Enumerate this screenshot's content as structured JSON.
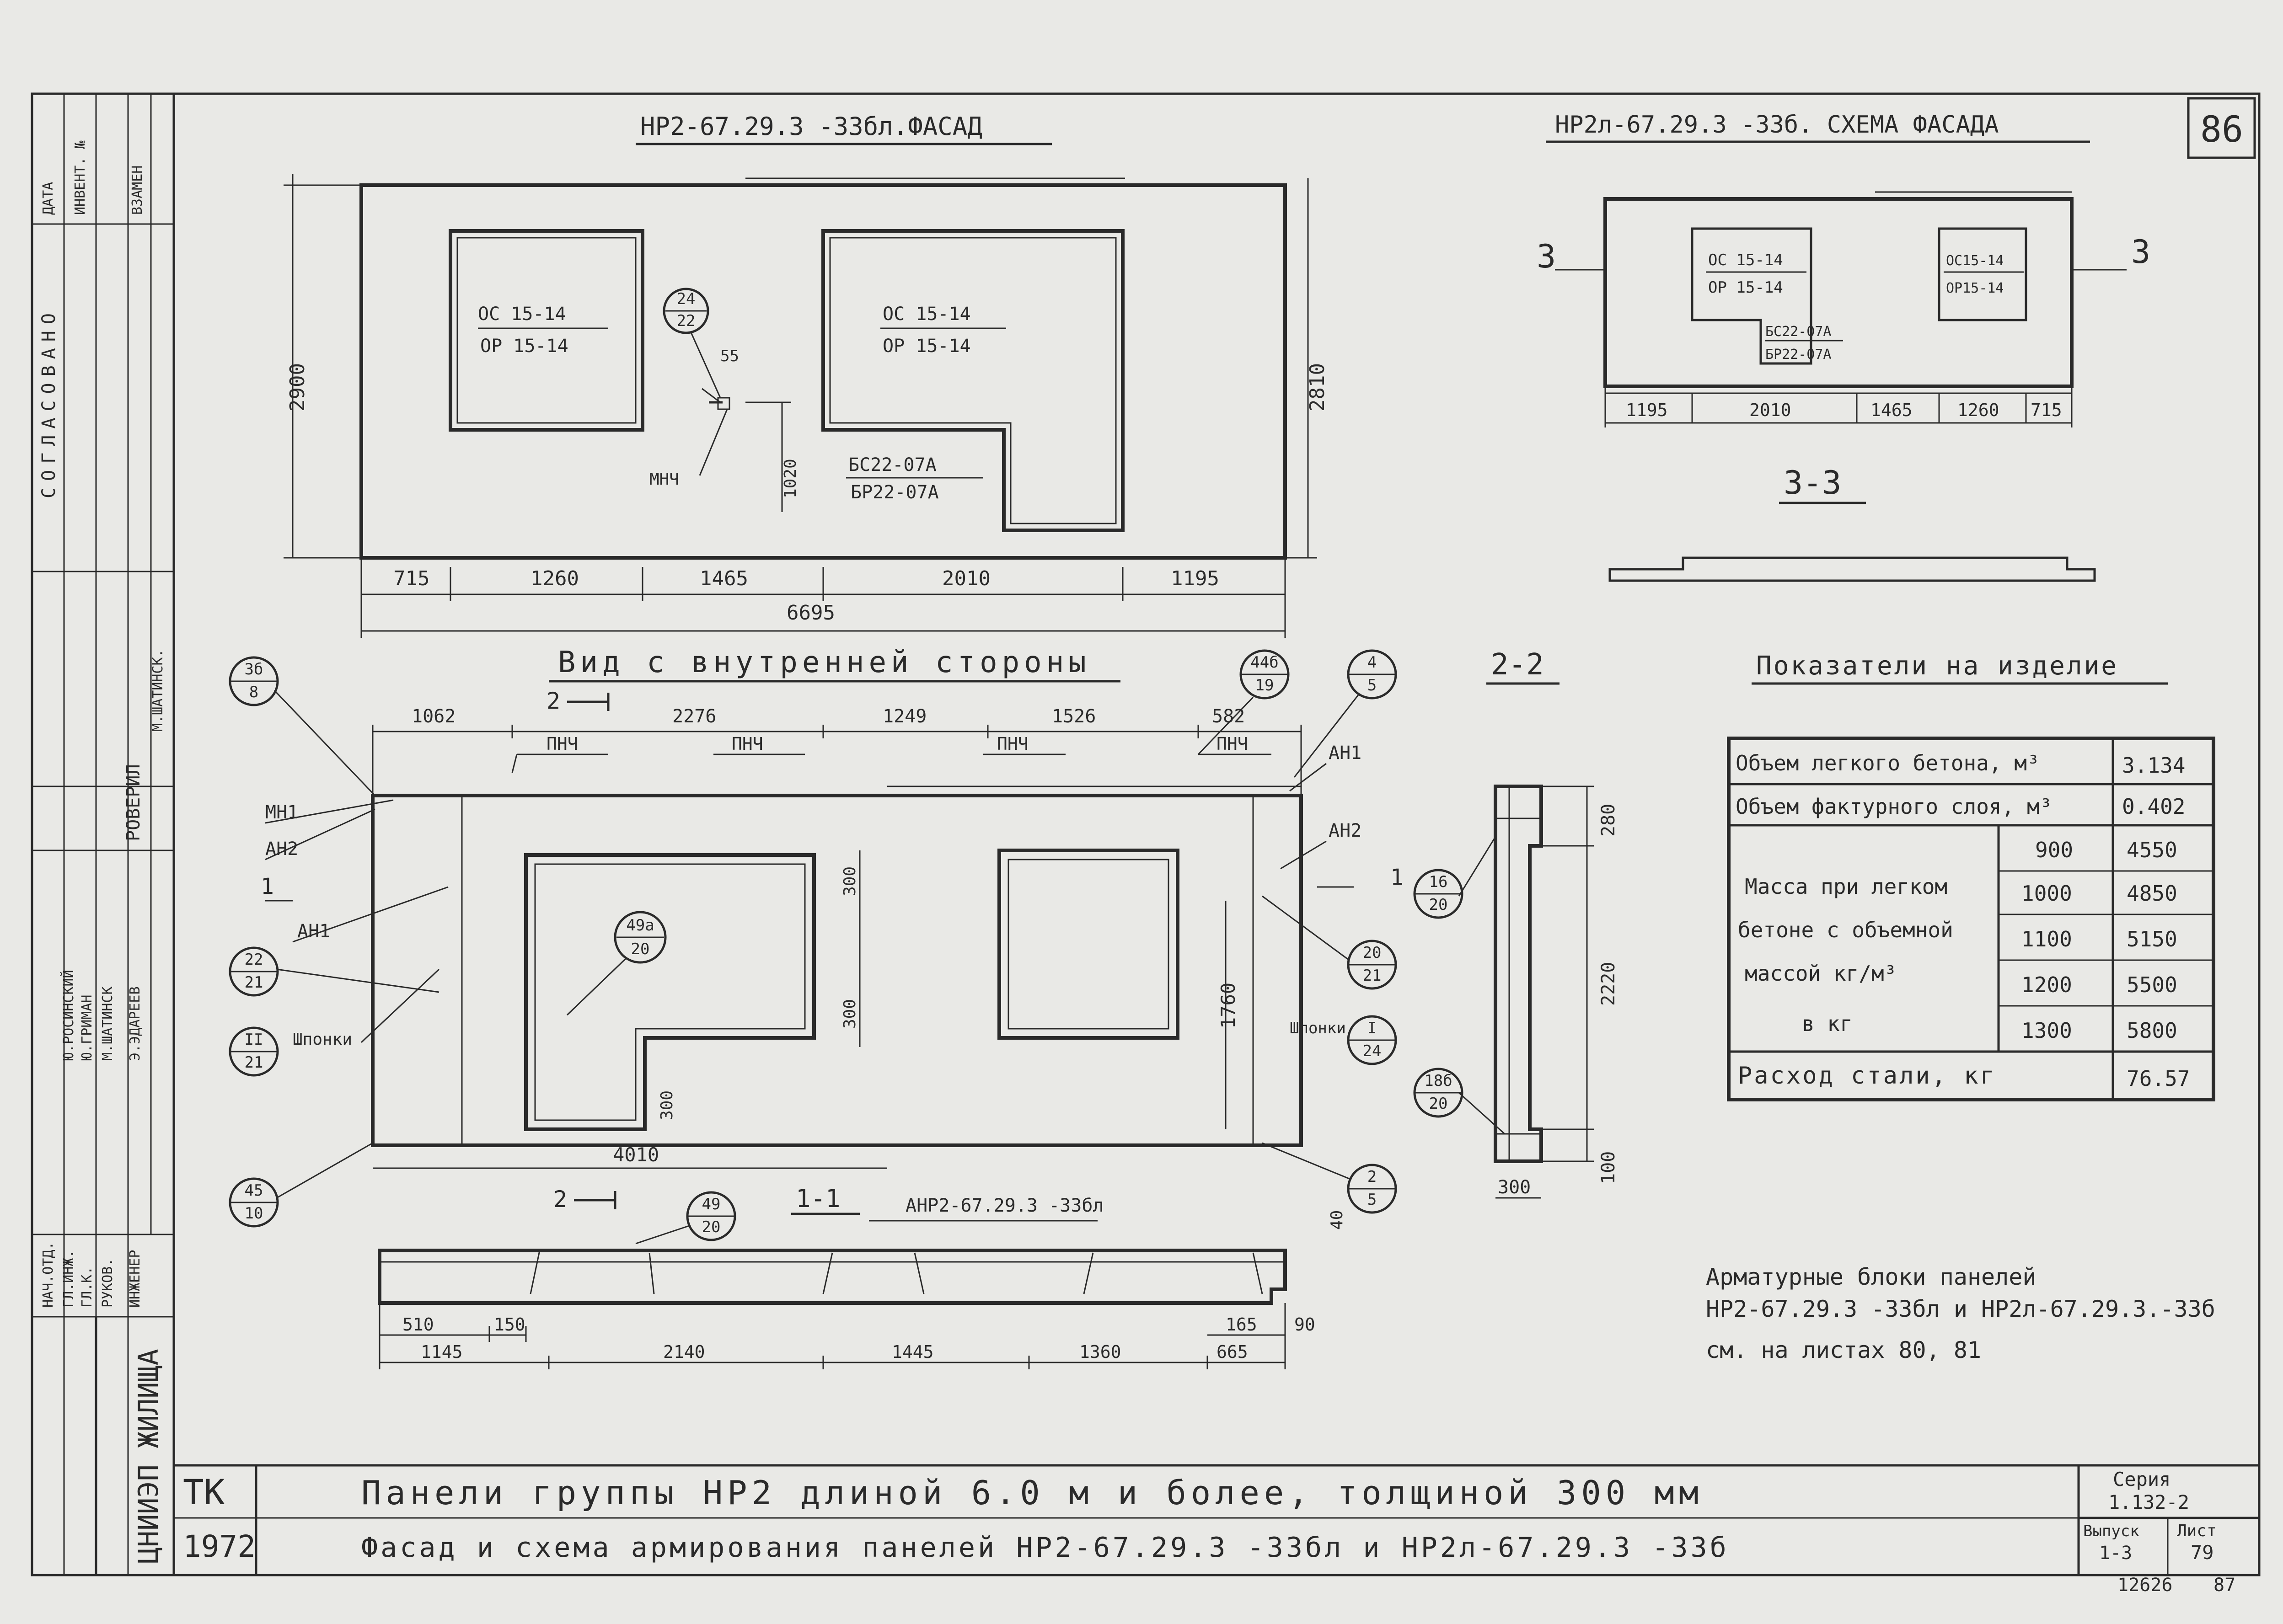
{
  "sheet_number": "86",
  "left_strip": {
    "headers": [
      "ДАТА",
      "ИНВЕНТ. №",
      "ВЗАМЕН"
    ],
    "agreed": "СОГЛАСОВАНО",
    "checked_label": "РОВЕРИЛ",
    "checked_name": "М.ШАТИНСК.",
    "roles": [
      "НАЧ.ОТД.",
      "ГЛ.ИНЖ.",
      "ГЛ.К.",
      "РУКОВ.",
      "ИНЖЕНЕР"
    ],
    "names": [
      "Ю.РОСИНСКИЙ",
      "Ю.ГРИМАН",
      "М.ШАТИНСК",
      "Э.ЭДАРЕЕВ"
    ],
    "org": "ЦНИИЭП ЖИЛИЩА"
  },
  "views": {
    "facade_title": "НР2-67.29.3 -33бл.ФАСАД",
    "scheme_title": "НР2л-67.29.3 -33б. СХЕМА ФАСАДА",
    "inner_title": "Вид с внутренней стороны",
    "section_22": "2-2",
    "section_33": "3-3",
    "section_11": "1-1",
    "section_11_mark": "АНР2-67.29.3 -33бл"
  },
  "facade": {
    "win1_top": "ОС 15-14",
    "win1_bot": "ОР 15-14",
    "win2_top": "ОС 15-14",
    "win2_bot": "ОР 15-14",
    "door_top": "БС22-07А",
    "door_bot": "БР22-07А",
    "callout_top": "24",
    "callout_bot": "22",
    "dim_55": "55",
    "mnch": "МНЧ",
    "dim_1020": "1020",
    "height_left": "2900",
    "height_right": "2810",
    "dims": [
      "715",
      "1260",
      "1465",
      "2010",
      "1195"
    ],
    "total": "6695"
  },
  "scheme": {
    "win_a_top": "ОС 15-14",
    "win_a_bot": "ОР 15-14",
    "win_b_top": "ОС15-14",
    "win_b_bot": "ОР15-14",
    "door_top": "БС22-07А",
    "door_bot": "БР22-07А",
    "cut_left": "3",
    "cut_right": "3",
    "dims": [
      "1195",
      "2010",
      "1465",
      "1260",
      "715"
    ]
  },
  "inner": {
    "top_dims": [
      "1062",
      "2276",
      "1249",
      "1526",
      "582"
    ],
    "cut2": "2",
    "pnch": [
      "ПНЧ",
      "ПНЧ",
      "ПНЧ",
      "ПНЧ"
    ],
    "labels_left": [
      "МН1",
      "АН2",
      "АН1",
      "Шпонки"
    ],
    "labels_right": [
      "АН1",
      "АН2",
      "Шпонки"
    ],
    "cut1_left": "1",
    "cut1_right": "1",
    "dim_300a": "300",
    "dim_300b": "300",
    "dim_300c": "300",
    "dim_1760": "1760",
    "dim_4010": "4010",
    "dim_40": "40",
    "callouts": [
      {
        "top": "3б",
        "bot": "8"
      },
      {
        "top": "44б",
        "bot": "19"
      },
      {
        "top": "4",
        "bot": "5"
      },
      {
        "top": "22",
        "bot": "21"
      },
      {
        "top": "II",
        "bot": "21"
      },
      {
        "top": "49а",
        "bot": "20"
      },
      {
        "top": "20",
        "bot": "21"
      },
      {
        "top": "I",
        "bot": "24"
      },
      {
        "top": "45",
        "bot": "10"
      },
      {
        "top": "49",
        "bot": "20"
      },
      {
        "top": "2",
        "bot": "5"
      },
      {
        "top": "16",
        "bot": "20"
      },
      {
        "top": "18б",
        "bot": "20"
      }
    ],
    "bottom_dims_a": [
      "510",
      "150"
    ],
    "bottom_dims_b": [
      "1145",
      "2140",
      "1445",
      "1360",
      "665"
    ],
    "bottom_dims_c": [
      "165",
      "90"
    ]
  },
  "section22": {
    "dims": [
      "280",
      "2220",
      "100",
      "300"
    ]
  },
  "indicators": {
    "title": "Показатели на изделие",
    "rows": [
      {
        "label": "Объем легкого бетона, м³",
        "value": "3.134"
      },
      {
        "label": "Объем фактурного слоя, м³",
        "value": "0.402"
      }
    ],
    "mass_label": [
      "Масса при легком",
      "бетоне с объемной",
      "массой кг/м³",
      "в кг"
    ],
    "mass": [
      {
        "density": "900",
        "value": "4550"
      },
      {
        "density": "1000",
        "value": "4850"
      },
      {
        "density": "1100",
        "value": "5150"
      },
      {
        "density": "1200",
        "value": "5500"
      },
      {
        "density": "1300",
        "value": "5800"
      }
    ],
    "steel_label": "Расход стали, кг",
    "steel_value": "76.57"
  },
  "note": [
    "Арматурные блоки панелей",
    "НР2-67.29.3 -33бл и НР2л-67.29.3.-33б",
    "см. на листах 80, 81"
  ],
  "title_block": {
    "tk": "ТК",
    "year": "1972",
    "line1": "Панели группы НР2 длиной 6.0 м и более, толщиной 300 мм",
    "line2": "Фасад и схема армирования панелей НР2-67.29.3 -33бл и НР2л-67.29.3 -33б",
    "series_label": "Серия",
    "series": "1.132-2",
    "issue_label": "Выпуск",
    "issue": "1-3",
    "sheet_label": "Лист",
    "sheet": "79"
  },
  "footer": {
    "inv": "12626",
    "page": "87"
  }
}
